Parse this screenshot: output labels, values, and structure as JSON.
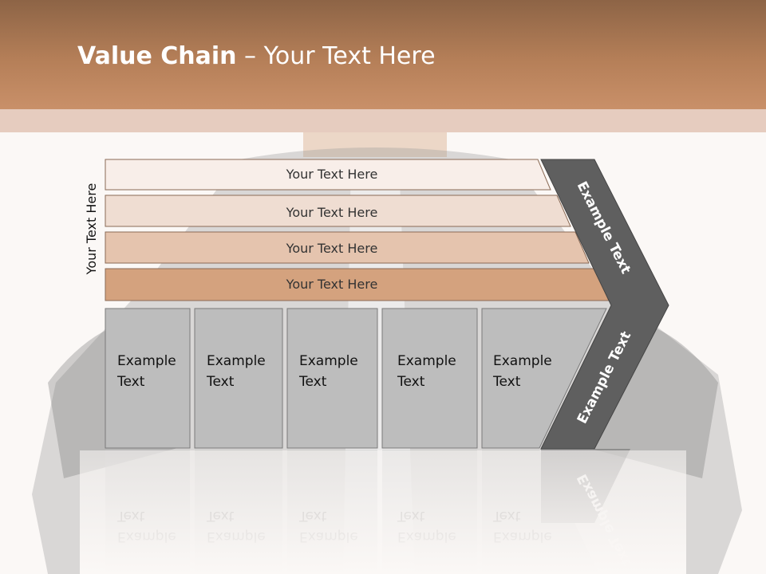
{
  "title": {
    "bold": "Value Chain",
    "rest": " – Your Text Here"
  },
  "side_label": "Your Text Here",
  "bars": [
    {
      "label": "Your Text Here",
      "color": "#f8eee9"
    },
    {
      "label": "Your Text Here",
      "color": "#efddd2"
    },
    {
      "label": "Your Text Here",
      "color": "#e5c4ae"
    },
    {
      "label": "Your Text Here",
      "color": "#d4a27e"
    }
  ],
  "boxes": [
    {
      "line1": "Example",
      "line2": "Text"
    },
    {
      "line1": "Example",
      "line2": "Text"
    },
    {
      "line1": "Example",
      "line2": "Text"
    },
    {
      "line1": "Example",
      "line2": "Text"
    },
    {
      "line1": "Example",
      "line2": "Text"
    }
  ],
  "chevron": {
    "top_label": "Example Text",
    "bottom_label": "Example Text",
    "color": "#5f5f5f"
  },
  "colors": {
    "header": "#b57f58",
    "box_fill": "#bdbdbd"
  }
}
